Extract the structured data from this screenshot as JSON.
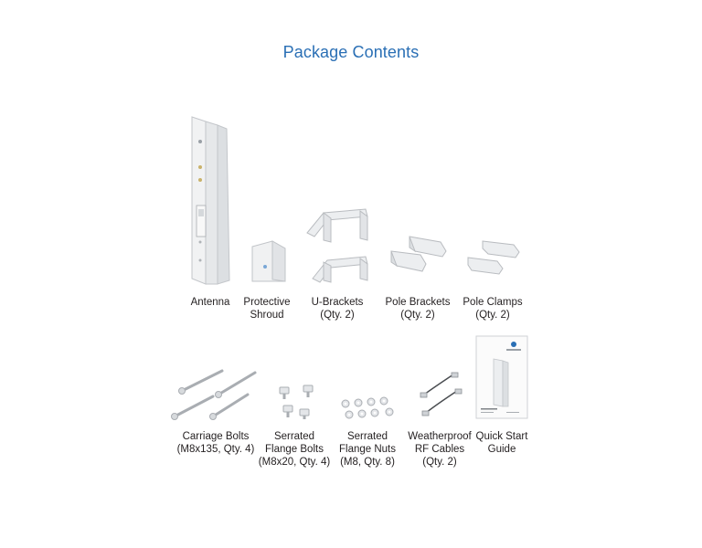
{
  "title": "Package Contents",
  "items": [
    {
      "name": "antenna",
      "line1": "Antenna",
      "line2": "",
      "line3": ""
    },
    {
      "name": "protective-shroud",
      "line1": "Protective",
      "line2": "Shroud",
      "line3": ""
    },
    {
      "name": "u-brackets",
      "line1": "U-Brackets",
      "line2": "(Qty. 2)",
      "line3": ""
    },
    {
      "name": "pole-brackets",
      "line1": "Pole Brackets",
      "line2": "(Qty. 2)",
      "line3": ""
    },
    {
      "name": "pole-clamps",
      "line1": "Pole Clamps",
      "line2": "(Qty. 2)",
      "line3": ""
    },
    {
      "name": "carriage-bolts",
      "line1": "Carriage Bolts",
      "line2": "(M8x135, Qty. 4)",
      "line3": ""
    },
    {
      "name": "serrated-flange-bolts",
      "line1": "Serrated",
      "line2": "Flange Bolts",
      "line3": "(M8x20, Qty. 4)"
    },
    {
      "name": "serrated-flange-nuts",
      "line1": "Serrated",
      "line2": "Flange Nuts",
      "line3": "(M8, Qty. 8)"
    },
    {
      "name": "weatherproof-rf-cables",
      "line1": "Weatherproof",
      "line2": "RF Cables",
      "line3": "(Qty. 2)"
    },
    {
      "name": "quick-start-guide",
      "line1": "Quick Start",
      "line2": "Guide",
      "line3": ""
    }
  ],
  "colors": {
    "title": "#2a6fb5",
    "text": "#231f20",
    "part_fill": "#eceef0",
    "part_stroke": "#b9bcc0"
  }
}
